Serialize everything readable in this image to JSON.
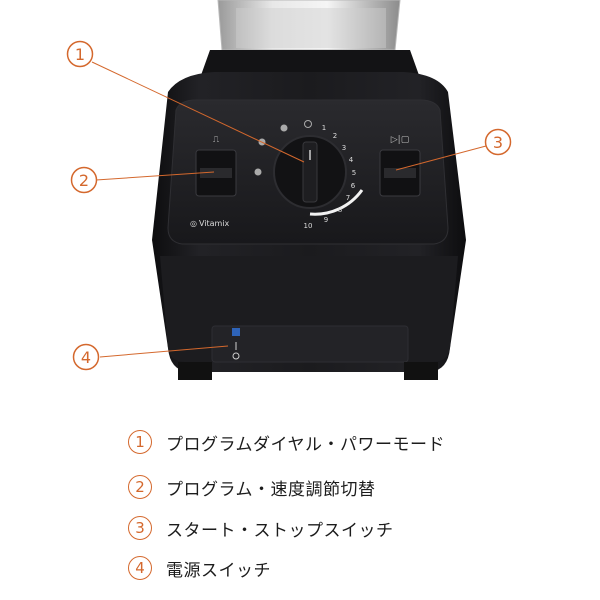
{
  "callouts": [
    {
      "num": "1",
      "label": "プログラムダイヤル・パワーモード"
    },
    {
      "num": "2",
      "label": "プログラム・速度調節切替"
    },
    {
      "num": "3",
      "label": "スタート・ストップスイッチ"
    },
    {
      "num": "4",
      "label": "電源スイッチ"
    }
  ],
  "device": {
    "brand": "Vitamix",
    "dial_numbers": [
      "1",
      "2",
      "3",
      "4",
      "5",
      "6",
      "7",
      "8",
      "9",
      "10"
    ]
  },
  "colors": {
    "accent": "#d4682d",
    "body": "#1b1b1d"
  }
}
